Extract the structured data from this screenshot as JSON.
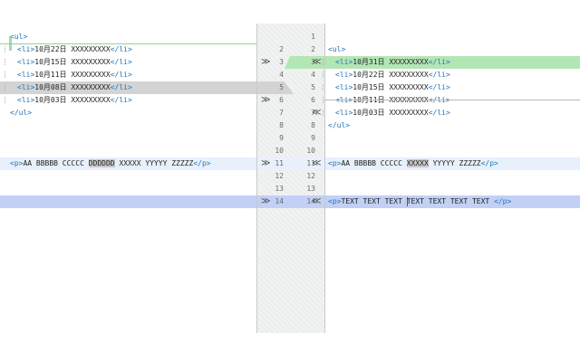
{
  "left": {
    "lines": [
      {
        "parts": [
          [
            "tag",
            "<ul>"
          ]
        ],
        "style": "normal",
        "indent": 0
      },
      {
        "parts": [
          [
            "tag",
            "<li>"
          ],
          [
            "txt",
            "10月22日 XXXXXXXXX"
          ],
          [
            "tag",
            "</li>"
          ]
        ],
        "style": "normal",
        "indent": 1
      },
      {
        "parts": [
          [
            "tag",
            "<li>"
          ],
          [
            "txt",
            "10月15日 XXXXXXXXX"
          ],
          [
            "tag",
            "</li>"
          ]
        ],
        "style": "normal",
        "indent": 1
      },
      {
        "parts": [
          [
            "tag",
            "<li>"
          ],
          [
            "txt",
            "10月11日 XXXXXXXXX"
          ],
          [
            "tag",
            "</li>"
          ]
        ],
        "style": "normal",
        "indent": 1
      },
      {
        "parts": [
          [
            "tag",
            "<li>"
          ],
          [
            "txt",
            "10月08日 XXXXXXXXX"
          ],
          [
            "tag",
            "</li>"
          ]
        ],
        "style": "removed",
        "indent": 1
      },
      {
        "parts": [
          [
            "tag",
            "<li>"
          ],
          [
            "txt",
            "10月03日 XXXXXXXXX"
          ],
          [
            "tag",
            "</li>"
          ]
        ],
        "style": "normal",
        "indent": 1
      },
      {
        "parts": [
          [
            "tag",
            "</ul>"
          ]
        ],
        "style": "normal",
        "indent": 0
      },
      {
        "parts": [],
        "style": "normal",
        "indent": 0
      },
      {
        "parts": [],
        "style": "normal",
        "indent": 0
      },
      {
        "parts": [],
        "style": "normal",
        "indent": 0
      },
      {
        "parts": [
          [
            "tag",
            "<p>"
          ],
          [
            "txt",
            "AA BBBBB CCCCC "
          ],
          [
            "hl",
            "DDDDDD"
          ],
          [
            "txt",
            " XXXXX YYYYY ZZZZZ"
          ],
          [
            "tag",
            "</p>"
          ]
        ],
        "style": "changed",
        "indent": 0
      },
      {
        "parts": [],
        "style": "normal",
        "indent": 0
      },
      {
        "parts": [],
        "style": "normal",
        "indent": 0
      },
      {
        "parts": [],
        "style": "blue",
        "indent": 0
      }
    ]
  },
  "right": {
    "lines": [
      {
        "parts": [],
        "style": "normal",
        "indent": 0
      },
      {
        "parts": [
          [
            "tag",
            "<ul>"
          ]
        ],
        "style": "normal",
        "indent": 0
      },
      {
        "parts": [
          [
            "tag",
            "<li>"
          ],
          [
            "txt",
            "10月31日 XXXXXXXXX"
          ],
          [
            "tag",
            "</li>"
          ]
        ],
        "style": "added",
        "indent": 1
      },
      {
        "parts": [
          [
            "tag",
            "<li>"
          ],
          [
            "txt",
            "10月22日 XXXXXXXXX"
          ],
          [
            "tag",
            "</li>"
          ]
        ],
        "style": "normal",
        "indent": 1
      },
      {
        "parts": [
          [
            "tag",
            "<li>"
          ],
          [
            "txt",
            "10月15日 XXXXXXXXX"
          ],
          [
            "tag",
            "</li>"
          ]
        ],
        "style": "normal",
        "indent": 1
      },
      {
        "parts": [
          [
            "tag",
            "<li>"
          ],
          [
            "txt",
            "10月11日 XXXXXXXXX"
          ],
          [
            "tag",
            "</li>"
          ]
        ],
        "style": "normal",
        "indent": 1
      },
      {
        "parts": [
          [
            "tag",
            "<li>"
          ],
          [
            "txt",
            "10月03日 XXXXXXXXX"
          ],
          [
            "tag",
            "</li>"
          ]
        ],
        "style": "normal",
        "indent": 1
      },
      {
        "parts": [
          [
            "tag",
            "</ul>"
          ]
        ],
        "style": "normal",
        "indent": 0
      },
      {
        "parts": [],
        "style": "normal",
        "indent": 0
      },
      {
        "parts": [],
        "style": "normal",
        "indent": 0
      },
      {
        "parts": [
          [
            "tag",
            "<p>"
          ],
          [
            "txt",
            "AA BBBBB CCCCC "
          ],
          [
            "hl",
            "XXXXX"
          ],
          [
            "txt",
            " YYYYY ZZZZZ"
          ],
          [
            "tag",
            "</p>"
          ]
        ],
        "style": "changed",
        "indent": 0
      },
      {
        "parts": [],
        "style": "normal",
        "indent": 0
      },
      {
        "parts": [],
        "style": "normal",
        "indent": 0
      },
      {
        "parts": [
          [
            "tag",
            "<p>"
          ],
          [
            "txt",
            "TEXT TEXT TEXT "
          ],
          [
            "caret",
            ""
          ],
          [
            "txt",
            "TEXT TEXT TEXT TEXT "
          ],
          [
            "tag",
            "</p>"
          ]
        ],
        "style": "blue",
        "indent": 0
      }
    ]
  },
  "gutter": {
    "left_numbers": [
      "",
      "2",
      "3",
      "4",
      "5",
      "6",
      "7",
      "8",
      "9",
      "10",
      "11",
      "12",
      "13",
      "14"
    ],
    "right_numbers": [
      "1",
      "2",
      "3",
      "4",
      "5",
      "6",
      "7",
      "8",
      "9",
      "10",
      "11",
      "12",
      "13",
      "14"
    ],
    "left_arrows": [
      "",
      "",
      "≫",
      "",
      "",
      "≫",
      "",
      "",
      "",
      "",
      "≫",
      "",
      "",
      "≫"
    ],
    "right_arrows": [
      "",
      "",
      "≪",
      "",
      "",
      "",
      "≪",
      "",
      "",
      "",
      "≪",
      "",
      "",
      "≪"
    ],
    "arrow_icon_names": {
      "≫": "apply-right-arrows-icon",
      "≪": "apply-left-arrows-icon"
    }
  },
  "colors": {
    "tag": "#2474b8",
    "added": "#b3e6b5",
    "removed": "#d3d3d3",
    "changed": "#e8f0fb",
    "blue": "#c2d0f6",
    "caret": "#e02020"
  }
}
